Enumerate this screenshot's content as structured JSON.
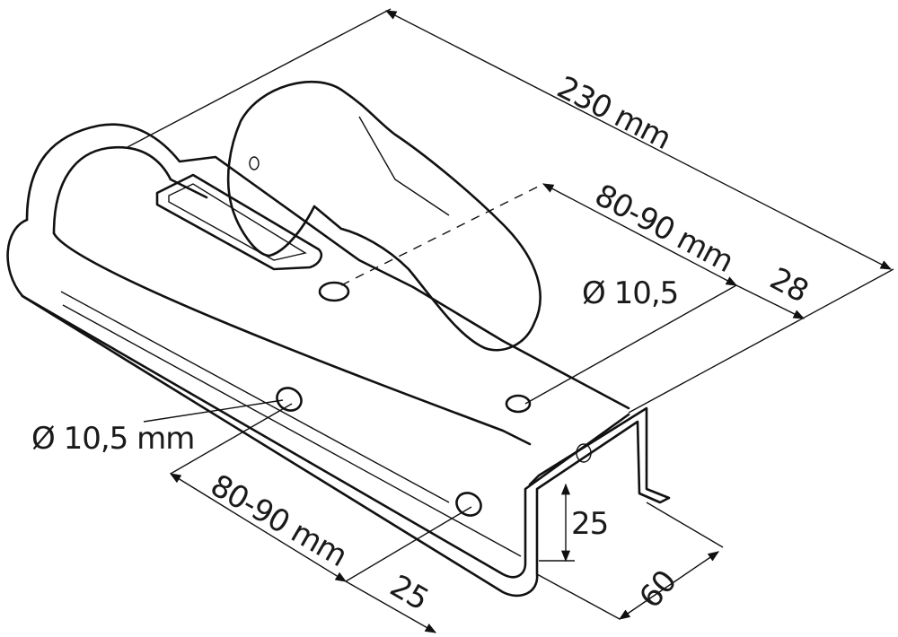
{
  "dimensions": {
    "overall_length": "230 mm",
    "top_hole_spacing": "80-90 mm",
    "top_end_offset": "28",
    "top_hole_diameter": "Ø 10,5",
    "side_hole_diameter": "Ø 10,5 mm",
    "side_hole_spacing": "80-90 mm",
    "side_end_offset": "25",
    "channel_height": "25",
    "channel_width": "60"
  }
}
